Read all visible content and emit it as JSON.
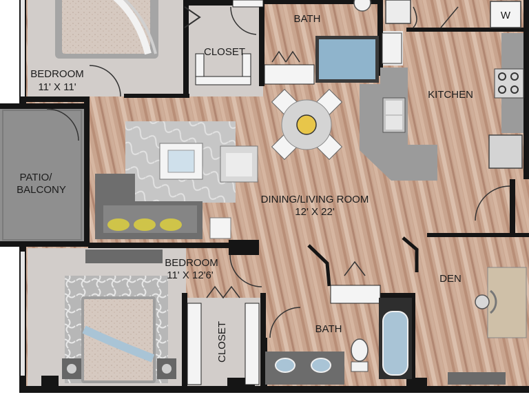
{
  "rooms": {
    "bedroom_top": {
      "name": "BEDROOM",
      "size": "11' X 11'"
    },
    "bath_top": {
      "name": "BATH"
    },
    "closet_top": {
      "name": "CLOSET"
    },
    "kitchen": {
      "name": "KITCHEN"
    },
    "washer": {
      "name": "W"
    },
    "patio": {
      "line1": "PATIO/",
      "line2": "BALCONY"
    },
    "living": {
      "name": "DINING/LIVING ROOM",
      "size": "12' X 22'"
    },
    "bedroom_bottom": {
      "name": "BEDROOM",
      "size": "11' X 12'6'"
    },
    "den": {
      "name": "DEN"
    },
    "bath_bottom": {
      "name": "BATH"
    },
    "closet_bottom": {
      "name": "CLOSET"
    }
  },
  "colors": {
    "wood": "#c9a58f",
    "wall": "#151515",
    "carpet": "#d2cdca",
    "patio": "#8f8f8f",
    "counter": "#9b9b9b",
    "water": "#8fb4cc"
  }
}
